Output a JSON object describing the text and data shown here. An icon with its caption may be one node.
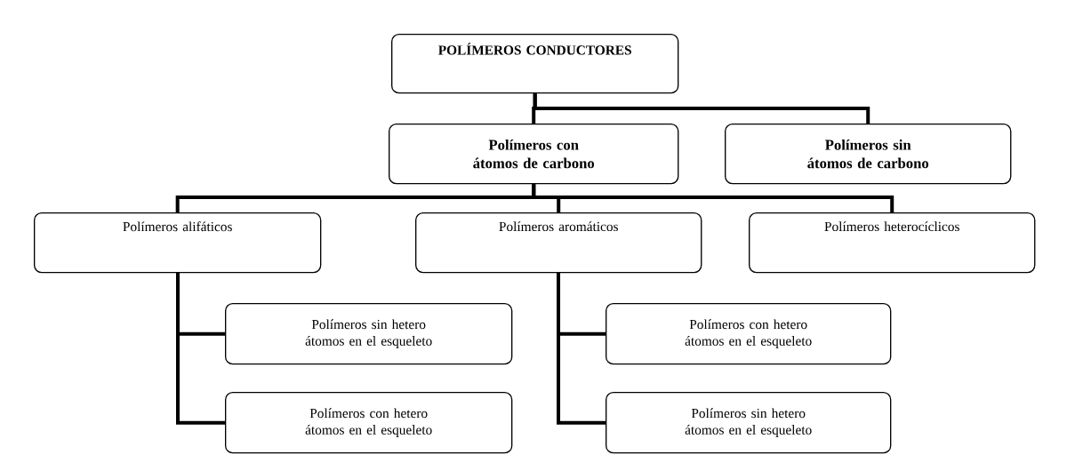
{
  "diagram": {
    "nodes": [
      {
        "text": [
          "POLÍMEROS CONDUCTORES"
        ]
      },
      {
        "text": [
          "Polímeros con átomos de carbono"
        ]
      },
      {
        "text": [
          "Polímeros sin átomos de carbono"
        ]
      },
      {
        "text": [
          "Polímeros alifáticos"
        ]
      },
      {
        "text": [
          "Polímeros aromáticos"
        ]
      },
      {
        "text": [
          "Polímeros heterocíclicos"
        ]
      },
      {
        "text": [
          "Polímeros sin hetero átomos en el esqueleto"
        ]
      },
      {
        "text": [
          "Polímeros con hetero átomos en el esqueleto"
        ]
      },
      {
        "text": [
          "Polímeros con hetero átomos en el esqueleto"
        ]
      },
      {
        "text": [
          "Polímeros sin hetero átomos en el esqueleto"
        ]
      }
    ],
    "edges": [
      {
        "from": 0,
        "to": 1,
        "arrow": "none"
      },
      {
        "from": 0,
        "to": 2,
        "arrow": "none"
      },
      {
        "from": 1,
        "to": 3,
        "arrow": "none"
      },
      {
        "from": 1,
        "to": 4,
        "arrow": "none"
      },
      {
        "from": 1,
        "to": 5,
        "arrow": "none"
      },
      {
        "from": 3,
        "to": 6,
        "arrow": "none"
      },
      {
        "from": 3,
        "to": 7,
        "arrow": "none"
      },
      {
        "from": 4,
        "to": 8,
        "arrow": "none"
      },
      {
        "from": 4,
        "to": 9,
        "arrow": "none"
      }
    ]
  }
}
